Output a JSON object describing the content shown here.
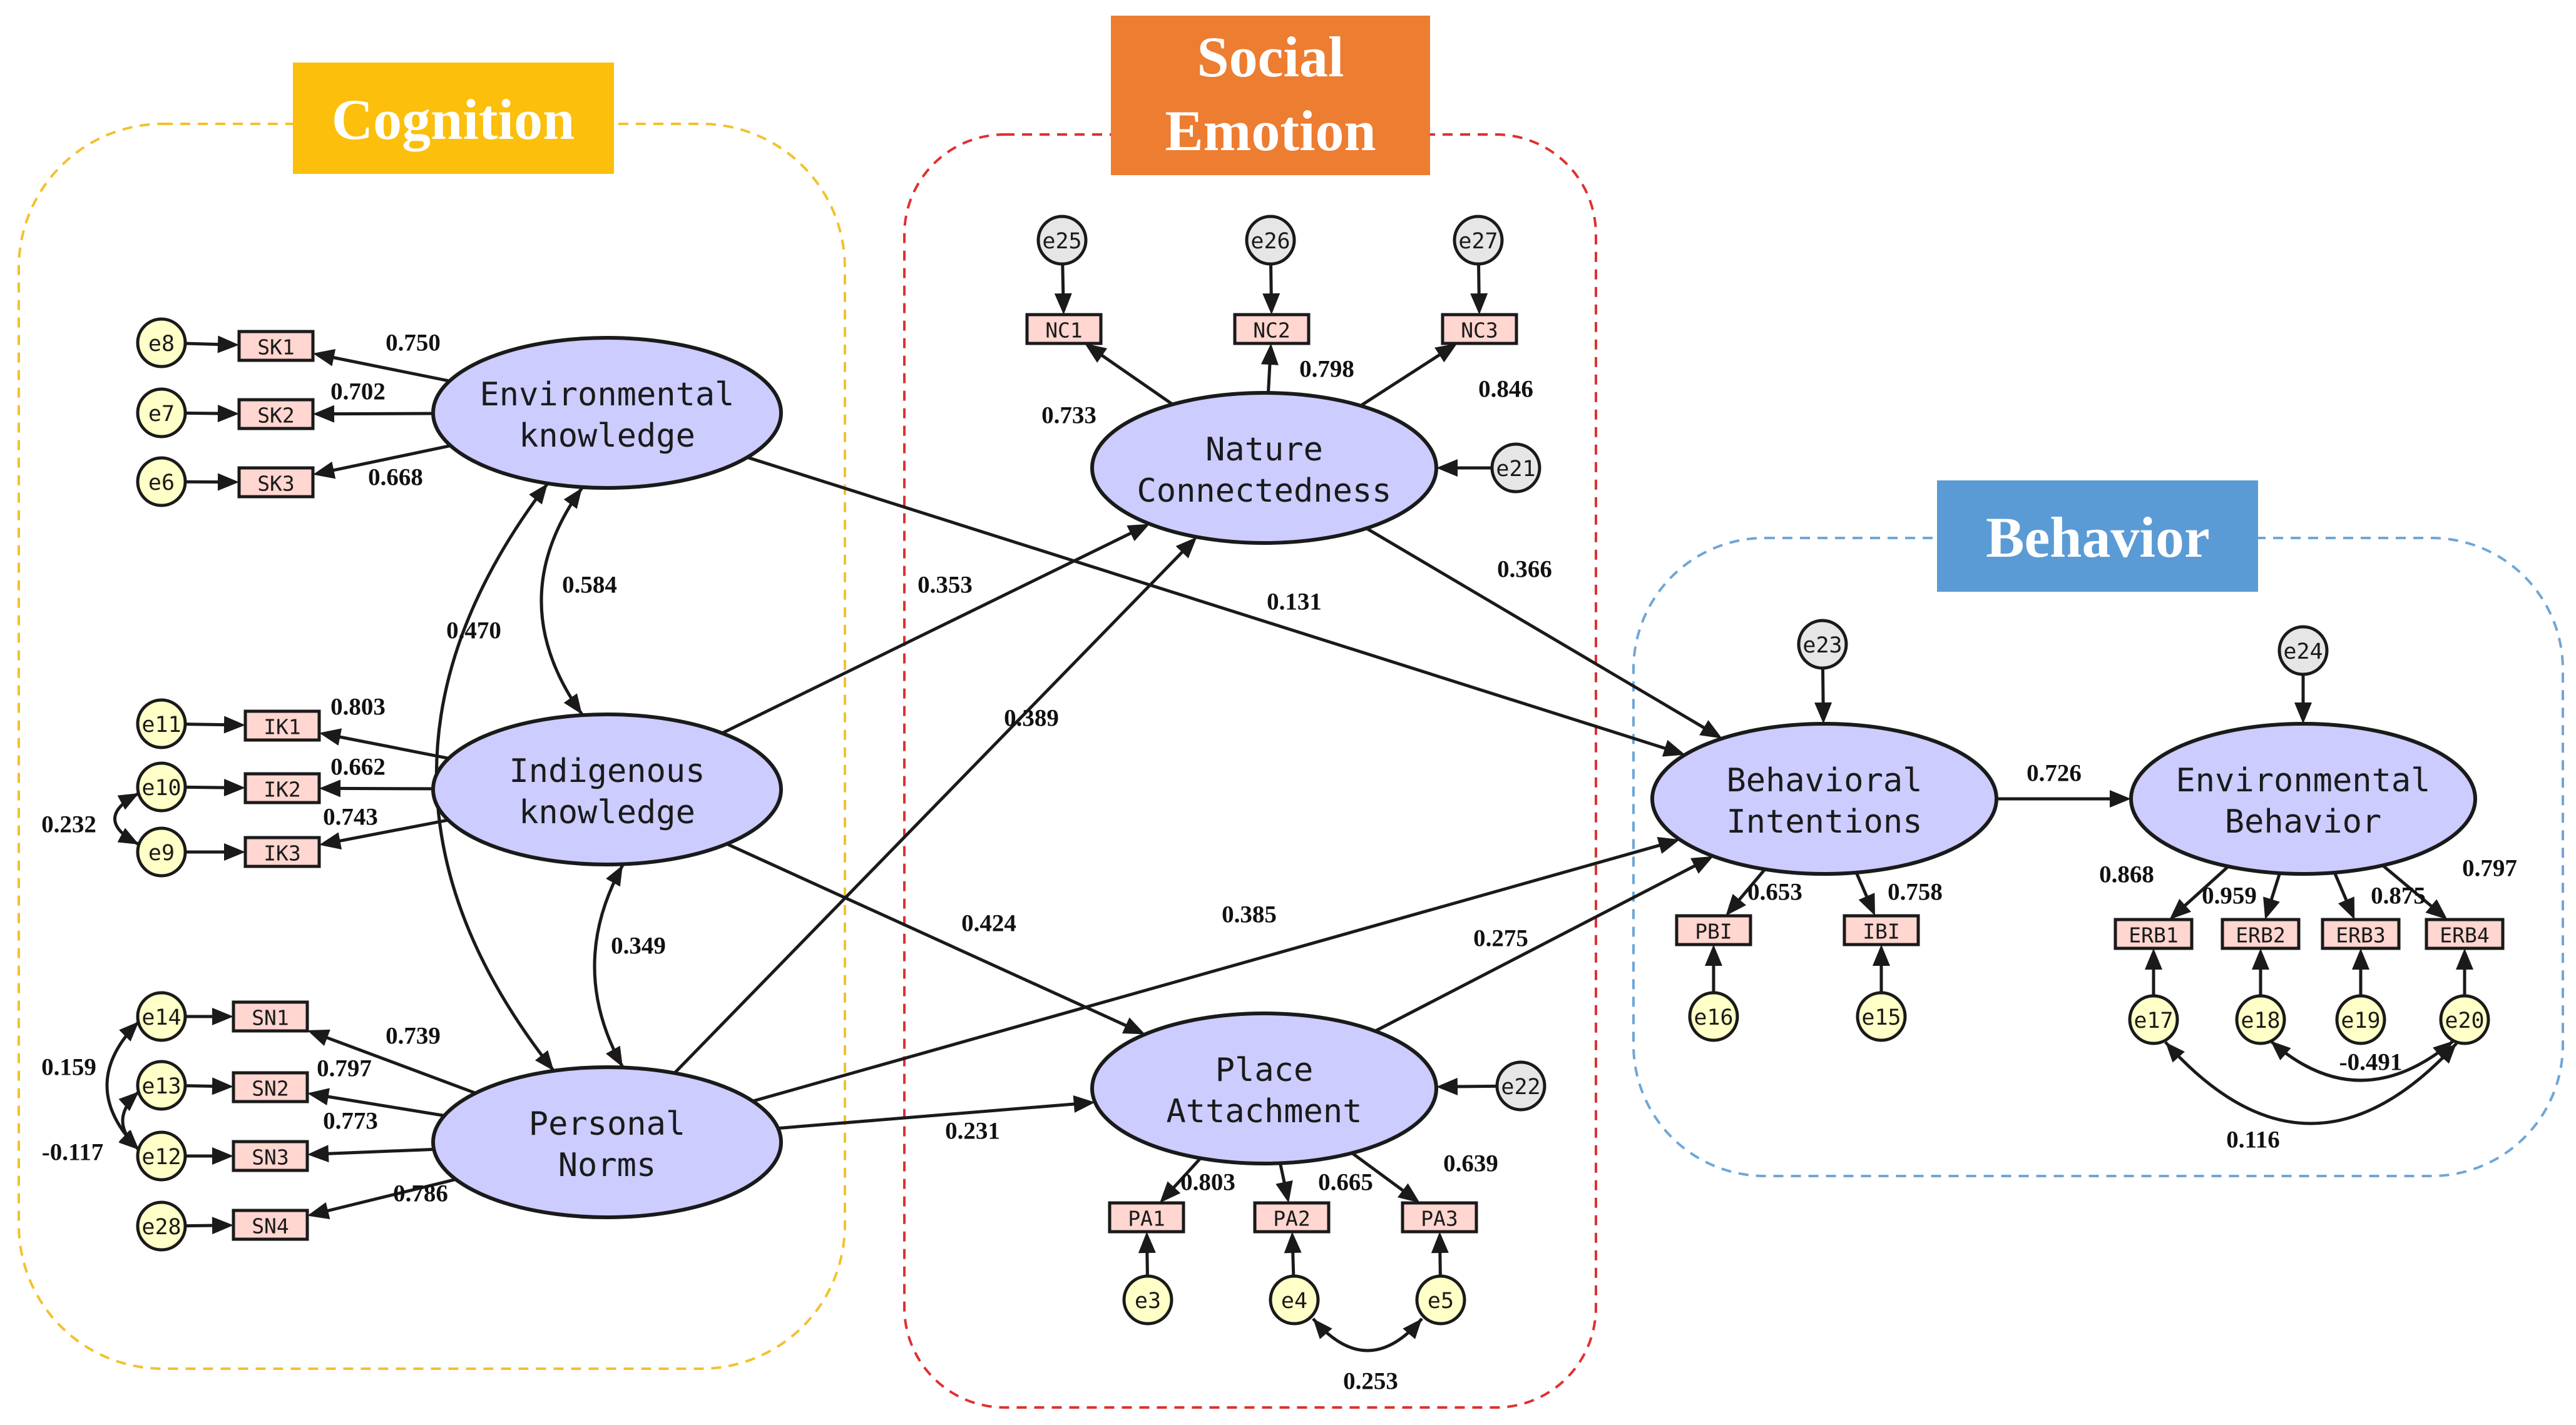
{
  "groups": {
    "cognition": {
      "title": "Cognition",
      "color": "#FBBF0C",
      "border": "#F2C12E"
    },
    "social_emotion": {
      "title_line1": "Social",
      "title_line2": "Emotion",
      "color": "#ED7D31",
      "border": "#E03030"
    },
    "behavior": {
      "title": "Behavior",
      "color": "#5B9BD5",
      "border": "#6FA6D6"
    }
  },
  "latents": {
    "ek": {
      "line1": "Environmental",
      "line2": "knowledge"
    },
    "ik": {
      "line1": "Indigenous",
      "line2": "knowledge"
    },
    "pn": {
      "line1": "Personal",
      "line2": "Norms"
    },
    "nc": {
      "line1": "Nature",
      "line2": "Connectedness"
    },
    "pa": {
      "line1": "Place",
      "line2": "Attachment"
    },
    "bi": {
      "line1": "Behavioral",
      "line2": "Intentions"
    },
    "eb": {
      "line1": "Environmental",
      "line2": "Behavior"
    }
  },
  "indicators": {
    "SK1": "SK1",
    "SK2": "SK2",
    "SK3": "SK3",
    "IK1": "IK1",
    "IK2": "IK2",
    "IK3": "IK3",
    "SN1": "SN1",
    "SN2": "SN2",
    "SN3": "SN3",
    "SN4": "SN4",
    "NC1": "NC1",
    "NC2": "NC2",
    "NC3": "NC3",
    "PA1": "PA1",
    "PA2": "PA2",
    "PA3": "PA3",
    "PBI": "PBI",
    "IBI": "IBI",
    "ERB1": "ERB1",
    "ERB2": "ERB2",
    "ERB3": "ERB3",
    "ERB4": "ERB4"
  },
  "errors": {
    "e8": "e8",
    "e7": "e7",
    "e6": "e6",
    "e11": "e11",
    "e10": "e10",
    "e9": "e9",
    "e14": "e14",
    "e13": "e13",
    "e12": "e12",
    "e28": "e28",
    "e25": "e25",
    "e26": "e26",
    "e27": "e27",
    "e21": "e21",
    "e22": "e22",
    "e3": "e3",
    "e4": "e4",
    "e5": "e5",
    "e23": "e23",
    "e24": "e24",
    "e16": "e16",
    "e15": "e15",
    "e17": "e17",
    "e18": "e18",
    "e19": "e19",
    "e20": "e20"
  },
  "loadings": {
    "SK1": "0.750",
    "SK2": "0.702",
    "SK3": "0.668",
    "IK1": "0.803",
    "IK2": "0.662",
    "IK3": "0.743",
    "SN1": "0.739",
    "SN2": "0.797",
    "SN3": "0.773",
    "SN4": "0.786",
    "NC1": "0.733",
    "NC2": "0.798",
    "NC3": "0.846",
    "PA1": "0.803",
    "PA2": "0.665",
    "PA3": "0.639",
    "PBI": "0.653",
    "IBI": "0.758",
    "ERB1": "0.868",
    "ERB2": "0.959",
    "ERB3": "0.875",
    "ERB4": "0.797"
  },
  "paths": {
    "ek_bi": "0.131",
    "ik_nc": "0.353",
    "pn_nc": "0.389",
    "ik_pa": "0.424",
    "pn_bi": "0.385",
    "pn_pa": "0.231",
    "nc_bi": "0.366",
    "pa_bi": "0.275",
    "bi_eb": "0.726"
  },
  "covariances": {
    "ek_ik": "0.584",
    "ek_pn": "0.470",
    "ik_pn": "0.349",
    "e10_e9": "0.232",
    "e14_e12": "0.159",
    "e13_e12": "-0.117",
    "e4_e5": "0.253",
    "e18_e20": "-0.491",
    "e17_e20": "0.116"
  },
  "colors": {
    "latent_fill": "#CCCCFF",
    "indicator_fill": "#FFD6D0",
    "error_fill": "#FFFFC8",
    "error_fill_alt": "#E6E6E6",
    "line": "#1a1a1a"
  }
}
